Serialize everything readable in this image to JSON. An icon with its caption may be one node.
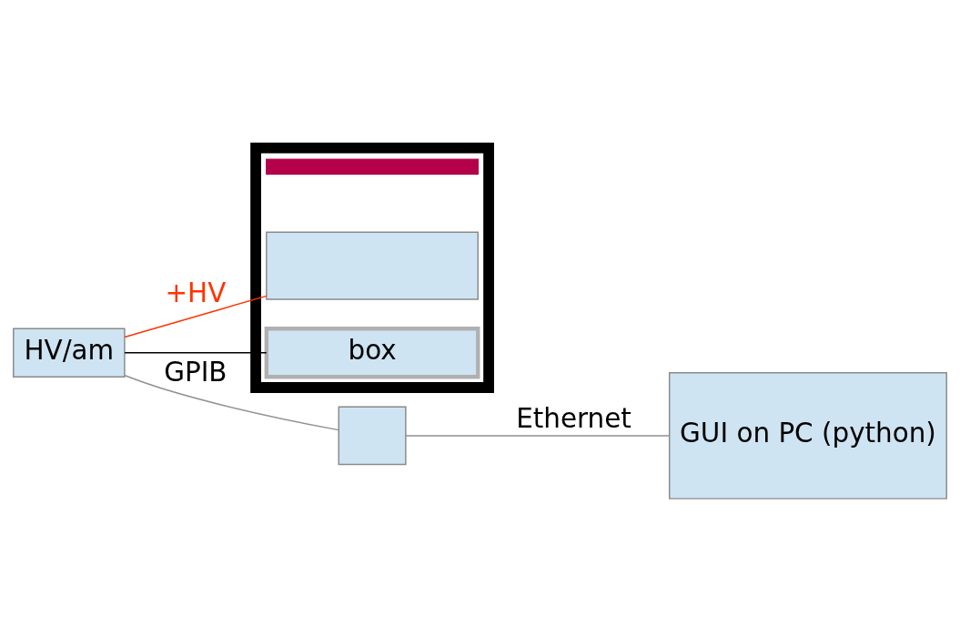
{
  "diagram": {
    "nodes": [
      {
        "text": [
          "HV/am"
        ]
      },
      {
        "text": [],
        "shape": "box"
      },
      {
        "text": [],
        "shape": "box",
        "in": 1
      },
      {
        "text": [],
        "shape": "bar",
        "in": 1
      },
      {
        "text": [
          "box"
        ],
        "in": 1
      },
      {
        "text": [],
        "shape": "box"
      },
      {
        "text": [
          "GUI on PC (python)"
        ]
      }
    ],
    "edges": [
      {
        "from": 0,
        "to": 2,
        "arrow": "none",
        "label": "+HV",
        "color": "#ff3300"
      },
      {
        "from": 0,
        "to": 4,
        "arrow": "none",
        "color": "#000000"
      },
      {
        "from": 0,
        "to": 5,
        "arrow": "none",
        "label": "GPIB"
      },
      {
        "from": 5,
        "to": 6,
        "arrow": "none",
        "label": "Ethernet"
      }
    ]
  }
}
